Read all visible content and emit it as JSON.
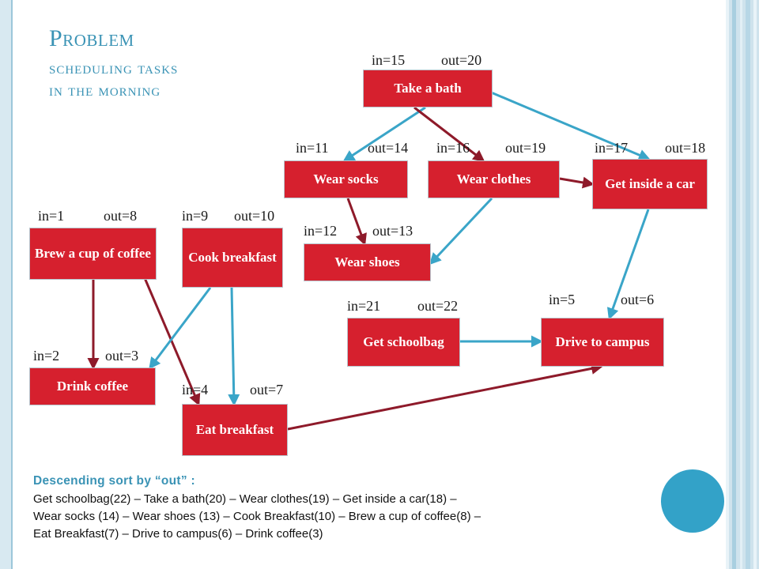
{
  "title": {
    "main": "Problem",
    "sub_line1": "scheduling tasks",
    "sub_line2": "in the morning"
  },
  "colors": {
    "accent_blue": "#3a93b5",
    "node_fill": "#d6202e",
    "edge_red": "#8e1a2a",
    "edge_blue": "#3aa5c8"
  },
  "nodes": [
    {
      "id": "bath",
      "label": "Take a bath",
      "in_text": "in=15",
      "out_text": "out=20"
    },
    {
      "id": "socks",
      "label": "Wear socks",
      "in_text": "in=11",
      "out_text": "out=14"
    },
    {
      "id": "clothes",
      "label": "Wear clothes",
      "in_text": "in=16",
      "out_text": "out=19"
    },
    {
      "id": "car",
      "label": "Get inside a car",
      "in_text": "in=17",
      "out_text": "out=18"
    },
    {
      "id": "coffee",
      "label": "Brew a cup of coffee",
      "in_text": "in=1",
      "out_text": "out=8"
    },
    {
      "id": "cook",
      "label": "Cook breakfast",
      "in_text": "in=9",
      "out_text": "out=10"
    },
    {
      "id": "shoes",
      "label": "Wear shoes",
      "in_text": "in=12",
      "out_text": "out=13"
    },
    {
      "id": "drive",
      "label": "Drive to campus",
      "in_text": "in=5",
      "out_text": "out=6"
    },
    {
      "id": "schoolbag",
      "label": "Get schoolbag",
      "in_text": "in=21",
      "out_text": "out=22"
    },
    {
      "id": "drinkcoffee",
      "label": "Drink coffee",
      "in_text": "in=2",
      "out_text": "out=3"
    },
    {
      "id": "eat",
      "label": "Eat breakfast",
      "in_text": "in=4",
      "out_text": "out=7"
    }
  ],
  "edges": [
    {
      "from": "bath",
      "to": "socks",
      "color": "blue"
    },
    {
      "from": "bath",
      "to": "clothes",
      "color": "red"
    },
    {
      "from": "bath",
      "to": "car",
      "color": "blue"
    },
    {
      "from": "clothes",
      "to": "car",
      "color": "red"
    },
    {
      "from": "socks",
      "to": "shoes",
      "color": "red"
    },
    {
      "from": "clothes",
      "to": "shoes",
      "color": "blue"
    },
    {
      "from": "car",
      "to": "drive",
      "color": "blue"
    },
    {
      "from": "schoolbag",
      "to": "drive",
      "color": "blue"
    },
    {
      "from": "coffee",
      "to": "drinkcoffee",
      "color": "red"
    },
    {
      "from": "coffee",
      "to": "eat",
      "color": "red"
    },
    {
      "from": "cook",
      "to": "drinkcoffee",
      "color": "blue"
    },
    {
      "from": "cook",
      "to": "eat",
      "color": "blue"
    },
    {
      "from": "eat",
      "to": "drive",
      "color": "red"
    }
  ],
  "description": {
    "heading": "Descending sort by “out” :",
    "line1": "Get schoolbag(22) – Take a bath(20) – Wear clothes(19) – Get inside a car(18) –",
    "line2": "Wear socks (14) – Wear shoes (13) – Cook Breakfast(10) – Brew a cup of coffee(8) –",
    "line3": "Eat Breakfast(7) – Drive to campus(6) – Drink coffee(3)"
  }
}
